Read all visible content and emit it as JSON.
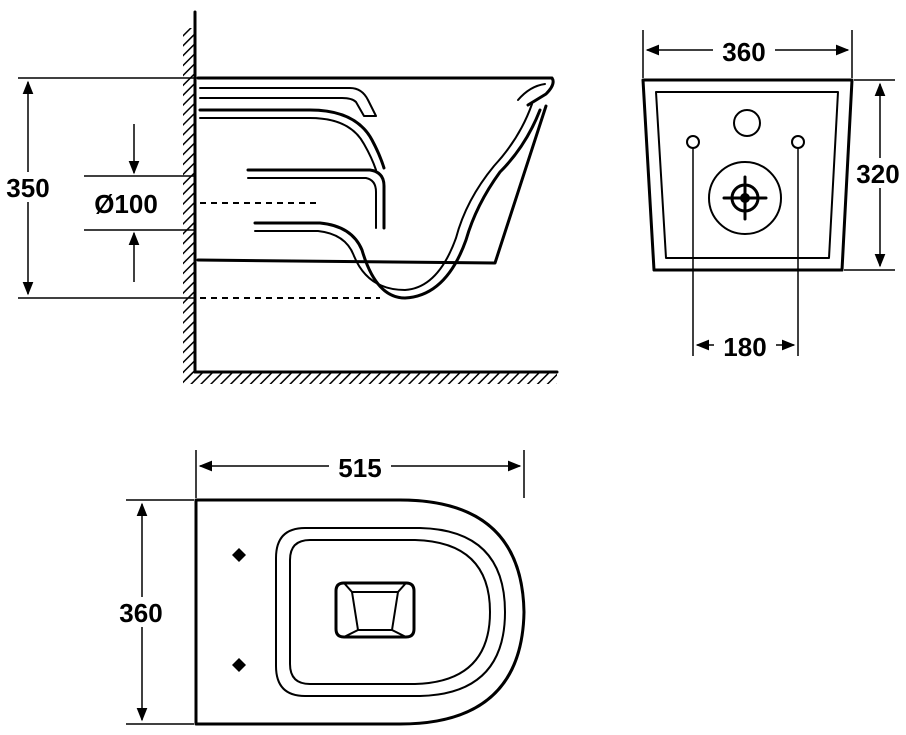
{
  "side_view": {
    "height_label": "350",
    "outlet_label": "Ø100"
  },
  "rear_view": {
    "width_label": "360",
    "height_label": "320",
    "bolt_spacing_label": "180"
  },
  "top_view": {
    "length_label": "515",
    "width_label": "360"
  }
}
